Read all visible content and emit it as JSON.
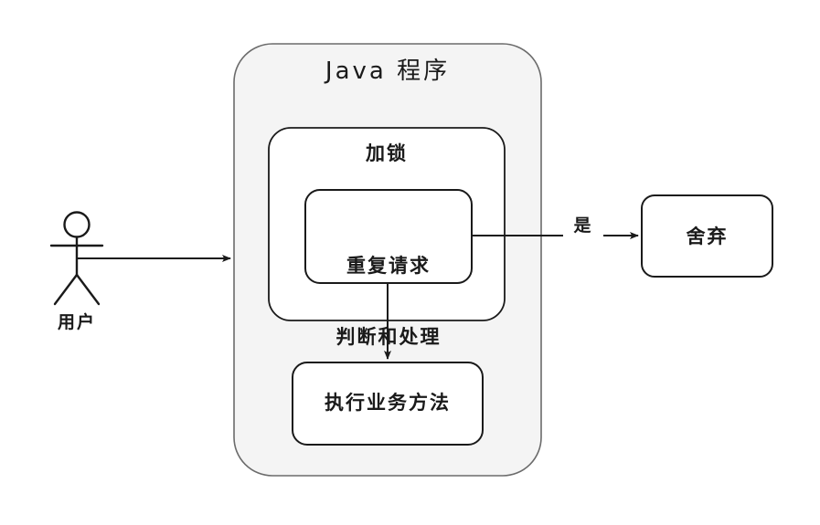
{
  "diagram": {
    "type": "flowchart",
    "title": "Java 程序",
    "background_color": "#ffffff",
    "container": {
      "label": "Java 程序",
      "fill": "#f4f4f4",
      "stroke": "#6b6b6b"
    },
    "nodes": [
      {
        "id": "actor-user",
        "kind": "actor",
        "label": "用户",
        "icon": "stick-figure-icon"
      },
      {
        "id": "java-program",
        "kind": "container",
        "label": "Java 程序",
        "fill": "#f4f4f4",
        "stroke": "#6b6b6b"
      },
      {
        "id": "lock",
        "kind": "container",
        "label": "加锁",
        "fill": "#ffffff",
        "stroke": "#1a1a1a"
      },
      {
        "id": "dup-check",
        "kind": "process",
        "label": "重复请求\n判断和处理",
        "label_line1": "重复请求",
        "label_line2": "判断和处理",
        "fill": "#ffffff",
        "stroke": "#1a1a1a"
      },
      {
        "id": "discard",
        "kind": "process",
        "label": "舍弃",
        "fill": "#ffffff",
        "stroke": "#1a1a1a"
      },
      {
        "id": "exec-business",
        "kind": "process",
        "label": "执行业务方法",
        "fill": "#ffffff",
        "stroke": "#1a1a1a"
      }
    ],
    "edges": [
      {
        "id": "edge-user-to-program",
        "from": "actor-user",
        "to": "java-program",
        "label": "",
        "direction": "right",
        "stroke": "#1a1a1a"
      },
      {
        "id": "edge-dup-to-discard",
        "from": "dup-check",
        "to": "discard",
        "label": "是",
        "direction": "right",
        "stroke": "#1a1a1a"
      },
      {
        "id": "edge-dup-to-exec",
        "from": "dup-check",
        "to": "exec-business",
        "label": "",
        "direction": "down",
        "stroke": "#1a1a1a"
      }
    ]
  },
  "colors": {
    "stroke_dark": "#1a1a1a",
    "stroke_gray": "#6b6b6b",
    "fill_gray": "#f4f4f4",
    "fill_white": "#ffffff",
    "text": "#1a1a1a"
  }
}
